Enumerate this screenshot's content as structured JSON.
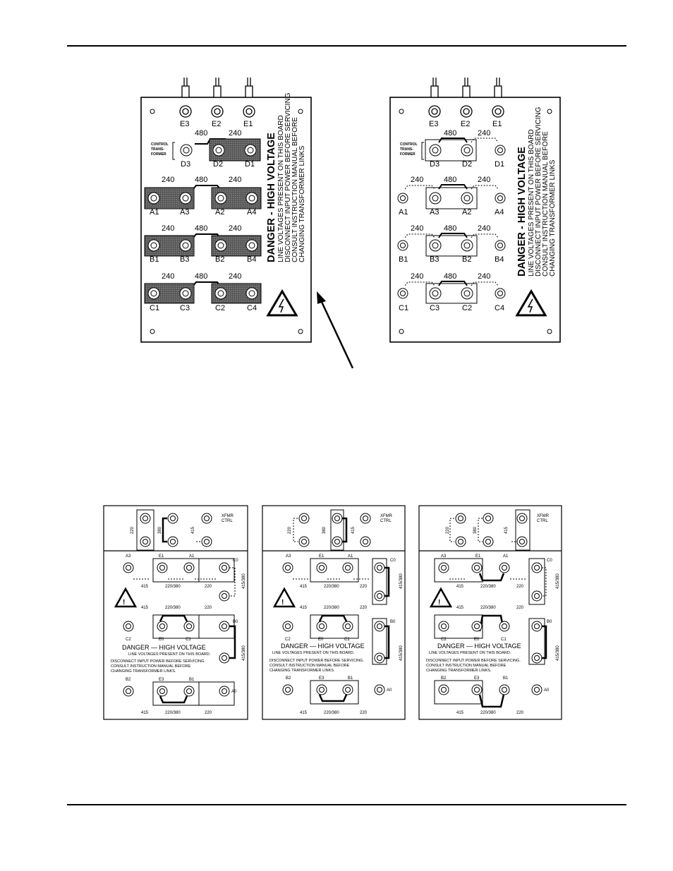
{
  "top_boards": [
    {
      "id": "left",
      "top_terminals": [
        "E3",
        "E2",
        "E1"
      ],
      "control_label": [
        "CONTROL",
        "TRANS-",
        "FORMER"
      ],
      "rows": [
        {
          "labels": [
            "D3",
            "D2",
            "D1"
          ],
          "values": [
            "480",
            "240"
          ]
        },
        {
          "labels": [
            "A1",
            "A3",
            "A2",
            "A4"
          ],
          "values": [
            "240",
            "480",
            "240"
          ]
        },
        {
          "labels": [
            "B1",
            "B3",
            "B2",
            "B4"
          ],
          "values": [
            "240",
            "480",
            "240"
          ]
        },
        {
          "labels": [
            "C1",
            "C3",
            "C2",
            "C4"
          ],
          "values": [
            "240",
            "480",
            "240"
          ]
        }
      ],
      "warning_title": "DANGER - HIGH VOLTAGE",
      "warning_lines": [
        "LINE VOLTAGES PRESENT ON THIS BOARD",
        "DISCONNECT INPUT POWER BEFORE SERVICING",
        "CONSULT INSTRUCTION MANUAL BEFORE",
        "CHANGING TRANSFORMER LINKS"
      ]
    },
    {
      "id": "right",
      "top_terminals": [
        "E3",
        "E2",
        "E1"
      ],
      "control_label": [
        "CONTROL",
        "TRANS-",
        "FORMER"
      ],
      "rows": [
        {
          "labels": [
            "D3",
            "D2",
            "D1"
          ],
          "values": [
            "480",
            "240"
          ]
        },
        {
          "labels": [
            "A1",
            "A3",
            "A2",
            "A4"
          ],
          "values": [
            "240",
            "480",
            "240"
          ]
        },
        {
          "labels": [
            "B1",
            "B3",
            "B2",
            "B4"
          ],
          "values": [
            "240",
            "480",
            "240"
          ]
        },
        {
          "labels": [
            "C1",
            "C3",
            "C2",
            "C4"
          ],
          "values": [
            "240",
            "480",
            "240"
          ]
        }
      ],
      "warning_title": "DANGER - HIGH VOLTAGE",
      "warning_lines": [
        "LINE VOLTAGES PRESENT ON THIS BOARD",
        "DISCONNECT INPUT POWER BEFORE SERVICING",
        "CONSULT INSTRUCTION MANUAL BEFORE",
        "CHANGING TRANSFORMER LINKS"
      ]
    }
  ],
  "bottom_boards": {
    "xfmr_label": [
      "XFMR",
      "CTRL"
    ],
    "top_values": [
      "220",
      "380",
      "415"
    ],
    "row_values": [
      "415",
      "220/380",
      "220"
    ],
    "side_value": "415/380",
    "row1_labels": [
      "A3",
      "E1",
      "A1",
      "C0"
    ],
    "row2_labels": [
      "C2",
      "E0",
      "C1",
      "B0"
    ],
    "row3_labels": [
      "B2",
      "E3",
      "B1",
      "A0"
    ],
    "danger_title": "DANGER  —  HIGH VOLTAGE",
    "danger_line": "LINE VOLTAGES PRESENT ON THIS BOARD.",
    "notes": [
      "DISCONNECT INPUT POWER BEFORE SERVICING.",
      "CONSULT INSTRUCTION MANUAL BEFORE",
      "CHANGING TRANSFORMER LINKS."
    ],
    "warning_symbol": "!"
  },
  "colors": {
    "ink": "#000000",
    "shade": "#8a8a8a",
    "paper": "#ffffff"
  }
}
